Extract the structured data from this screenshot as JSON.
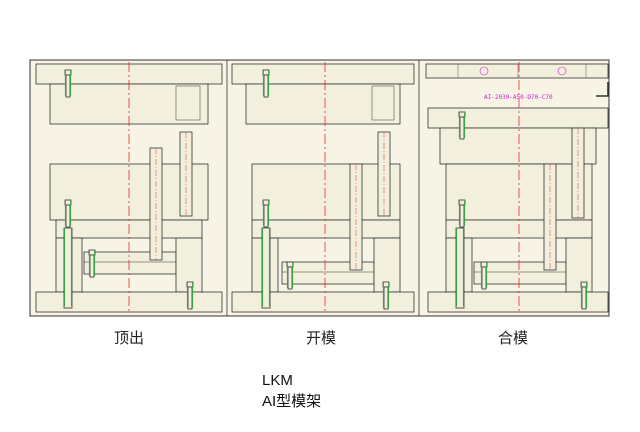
{
  "captions": {
    "ejection": "顶出",
    "open": "开模",
    "closed": "合模"
  },
  "part_number": "AI-2030-A50-D70-C70",
  "brand": "LKM",
  "series": "AI型模架",
  "colors": {
    "paper": "#ffffff",
    "frame_fill": "#f7f4e6",
    "plate_fill": "#f2efdd",
    "line": "#333333",
    "centerline": "#e03030",
    "bolt_green": "#3aa84a",
    "annotation": "#d020d0"
  }
}
